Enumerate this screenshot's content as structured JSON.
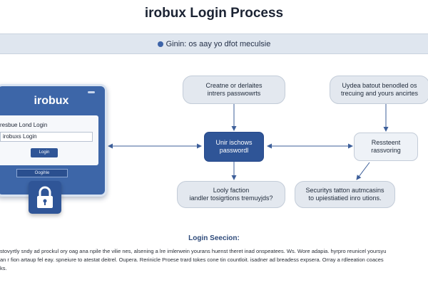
{
  "header": {
    "title": "irobux Login Process"
  },
  "banner": {
    "text": "Ginin: os aay yo dfot meculsie"
  },
  "device": {
    "brand": "irobux",
    "screen_title": "resbue Lond Login",
    "field_value": "irobuxs Login",
    "login_button": "Login",
    "sub_button": "Oogihle"
  },
  "nodes": {
    "top_center": "Creatne or derlaites\nintrers passwowrts",
    "top_right": "Uydea batout benodled os\ntrecuing and yours ancirtes",
    "center": "Unir ischows\npasswordl",
    "right_mid": "Ressteent\nrassvoring",
    "bottom_center": "Looly faction\niandler tosigrtions tremuyjds?",
    "bottom_right": "Securitys tatton autmcasins\nto upiestiatied inro utions."
  },
  "section": {
    "title": "Login Seecion:",
    "lines": [
      "stovyrtly sndy ad prockul ory oag ana npile the vilie nes, alsening a lre imlerwein yourans huenst theret inad onspeatees. Ws. Wore adapia. hyrpro reunicel yoursyu",
      "an r fion artaup fel eay. spneiure to atestat deitrel. Oupera. Rerinicle Proese trard tokes cone tin countloit. isadner ad breadess expsera. Orray a rdleeation coaces",
      "ks."
    ]
  },
  "colors": {
    "primary": "#2f5597",
    "node_fill": "#e3e8ef",
    "banner_fill": "#dfe6ef"
  },
  "icons": {
    "device_lock": "lock-icon",
    "banner_bullet": "bullet-icon"
  }
}
